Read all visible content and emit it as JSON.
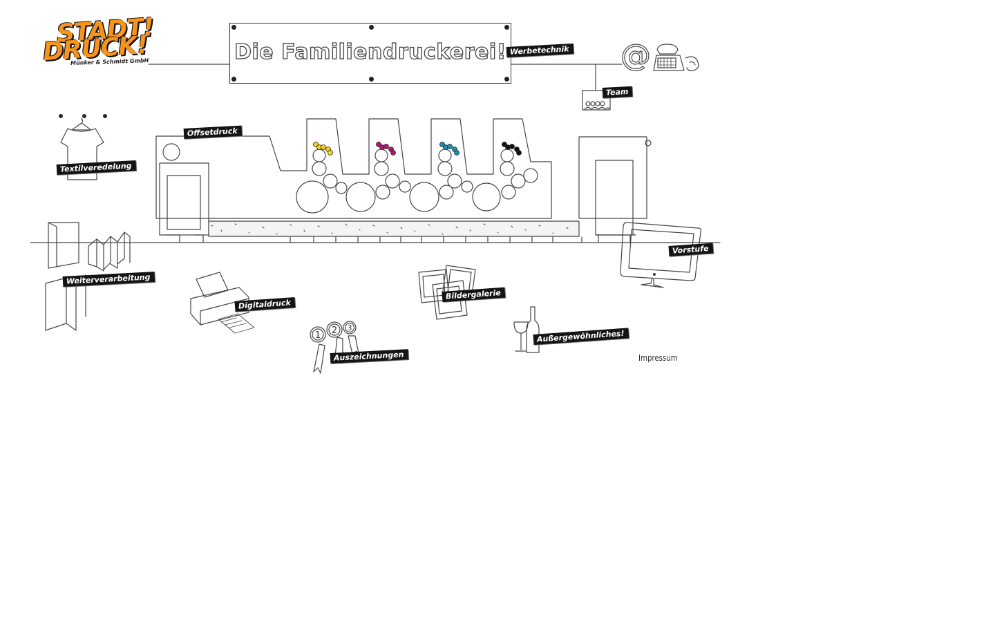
{
  "logo": {
    "line1": "STADT!",
    "line2": "DRUCK!",
    "company": "Münker & Schmidt GmbH"
  },
  "banner": {
    "title": "Die Familiendruckerei!"
  },
  "nav": {
    "werbetechnik": "Werbetechnik",
    "team": "Team",
    "offsetdruck": "Offsetdruck",
    "textilveredelung": "Textilveredelung",
    "weiterverarbeitung": "Weiterverarbeitung",
    "digitaldruck": "Digitaldruck",
    "auszeichnungen": "Auszeichnungen",
    "bildergalerie": "Bildergalerie",
    "aussergewoehnliches": "Außergewöhnliches!",
    "vorstufe": "Vorstufe",
    "impressum": "Impressum"
  },
  "contact": {
    "at_symbol": "@",
    "icon": "telephone-icon"
  },
  "medals": {
    "numbers": [
      "1",
      "2",
      "3"
    ]
  },
  "colors": {
    "logo_orange": "#f7941d",
    "ink_yellow": "#f2d21a",
    "ink_magenta": "#b0166e",
    "ink_cyan": "#1e8fb0",
    "ink_black": "#111111",
    "tag_background": "#141414",
    "sketch_line": "#444444"
  }
}
